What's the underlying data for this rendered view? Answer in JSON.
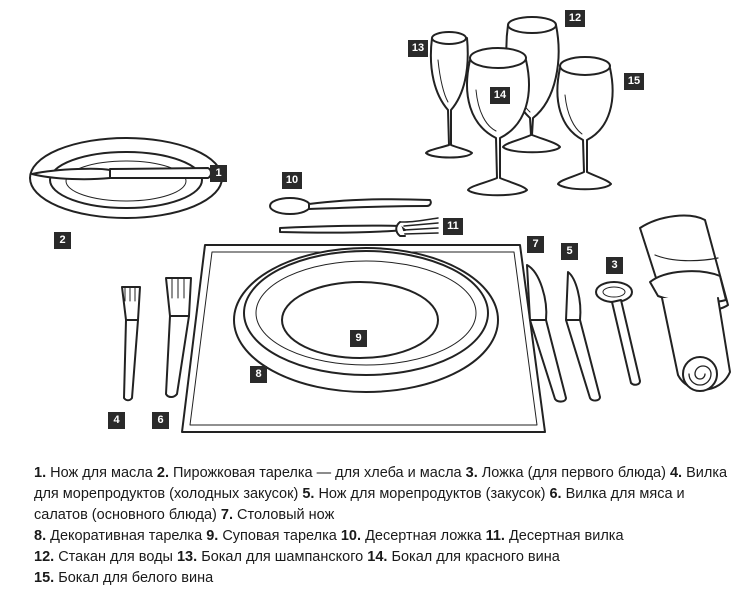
{
  "badges": {
    "b1": "1",
    "b2": "2",
    "b3": "3",
    "b4": "4",
    "b5": "5",
    "b6": "6",
    "b7": "7",
    "b8": "8",
    "b9": "9",
    "b10": "10",
    "b11": "11",
    "b12": "12",
    "b13": "13",
    "b14": "14",
    "b15": "15"
  },
  "legend": [
    {
      "num": "1.",
      "text": "Нож для масла"
    },
    {
      "num": "2.",
      "text": "Пирожковая тарелка — для хлеба и масла"
    },
    {
      "num": "3.",
      "text": "Ложка (для первого блюда)"
    },
    {
      "num": "4.",
      "text": "Вилка для морепродуктов (холодных закусок)"
    },
    {
      "num": "5.",
      "text": "Нож для морепродуктов (закусок)"
    },
    {
      "num": "6.",
      "text": "Вилка для мяса и салатов (основного блюда)"
    },
    {
      "num": "7.",
      "text": "Столовый нож"
    },
    {
      "num": "8.",
      "text": "Декоративная тарелка"
    },
    {
      "num": "9.",
      "text": "Суповая тарелка"
    },
    {
      "num": "10.",
      "text": "Десертная ложка"
    },
    {
      "num": "11.",
      "text": "Десертная вилка"
    },
    {
      "num": "12.",
      "text": "Стакан для воды"
    },
    {
      "num": "13.",
      "text": "Бокал для шампанского"
    },
    {
      "num": "14.",
      "text": "Бокал для красного вина"
    },
    {
      "num": "15.",
      "text": "Бокал для белого вина"
    }
  ]
}
